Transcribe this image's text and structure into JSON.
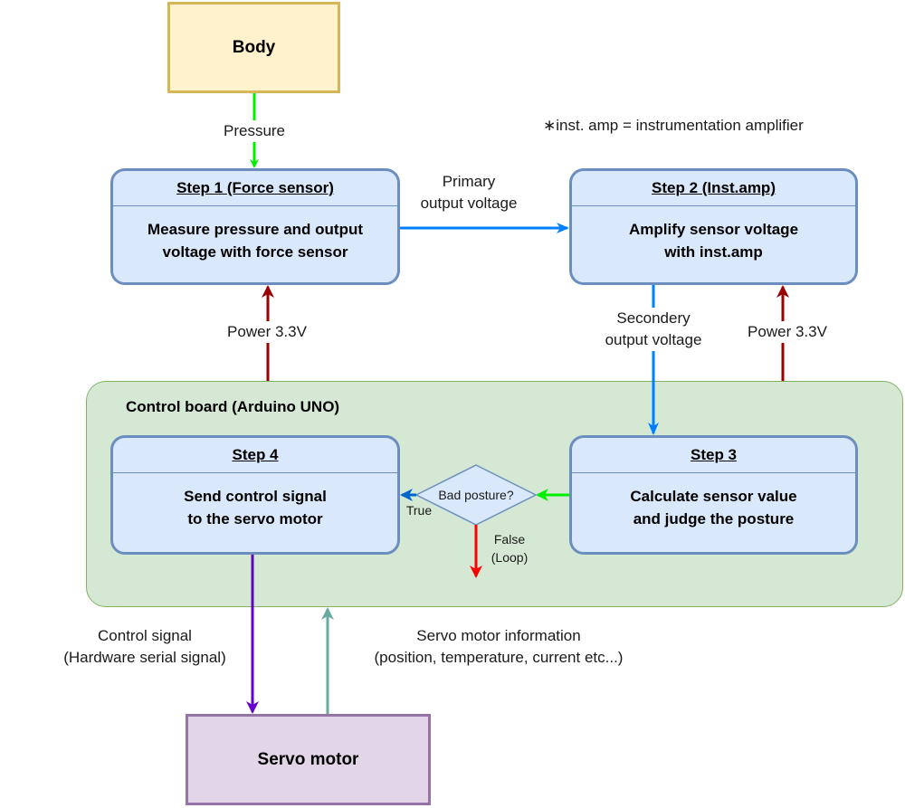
{
  "nodes": {
    "body": "Body",
    "servo_motor": "Servo motor",
    "control_board": "Control board (Arduino UNO)",
    "decision": "Bad posture?"
  },
  "steps": {
    "step1": {
      "title": "Step 1 (Force sensor)",
      "text": "Measure pressure and output\nvoltage with force sensor"
    },
    "step2": {
      "title": "Step 2 (Inst.amp)",
      "text": "Amplify sensor voltage\nwith inst.amp"
    },
    "step3": {
      "title": "Step 3",
      "text": "Calculate sensor value\nand judge the posture"
    },
    "step4": {
      "title": "Step 4",
      "text": "Send control signal\nto the servo motor"
    }
  },
  "edges": {
    "pressure": "Pressure",
    "primary_output": "Primary\noutput voltage",
    "secondary_output": "Secondery\noutput voltage",
    "power_left": "Power 3.3V",
    "power_right": "Power 3.3V",
    "true_label": "True",
    "false_label": "False\n(Loop)",
    "control_signal": "Control signal\n(Hardware serial signal)",
    "servo_info": "Servo motor information\n(position, temperature, current etc...)"
  },
  "note": "∗inst. amp = instrumentation amplifier",
  "colors": {
    "pressure_arrow": "#00ee00",
    "primary_arrow": "#007fff",
    "power_arrow": "#990000",
    "true_arrow": "#0066cc",
    "false_arrow": "#ff0000",
    "control_arrow": "#6600cc",
    "info_arrow": "#67ab9f"
  }
}
